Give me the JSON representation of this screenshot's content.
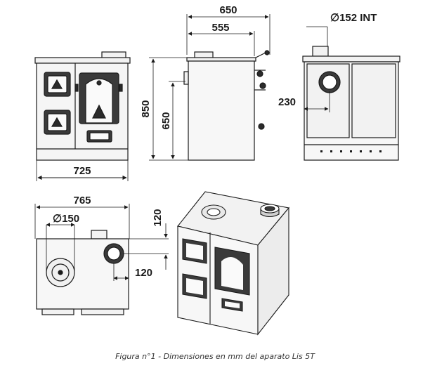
{
  "dimensions": {
    "front_width": "725",
    "side_depth_total": "650",
    "side_depth_body": "555",
    "height_total": "850",
    "height_flue": "650",
    "flue_diameter": "∅152 INT",
    "back_offset": "230",
    "top_width": "765",
    "hob_diameter": "∅150",
    "flue_offset_top": "120",
    "flue_offset_side": "120"
  },
  "caption": "Figura n°1 - Dimensiones en mm del aparato Lis 5T",
  "colors": {
    "line": "#1a1a1a",
    "panel": "#f2f2f2",
    "cast": "#2b2b2b"
  }
}
